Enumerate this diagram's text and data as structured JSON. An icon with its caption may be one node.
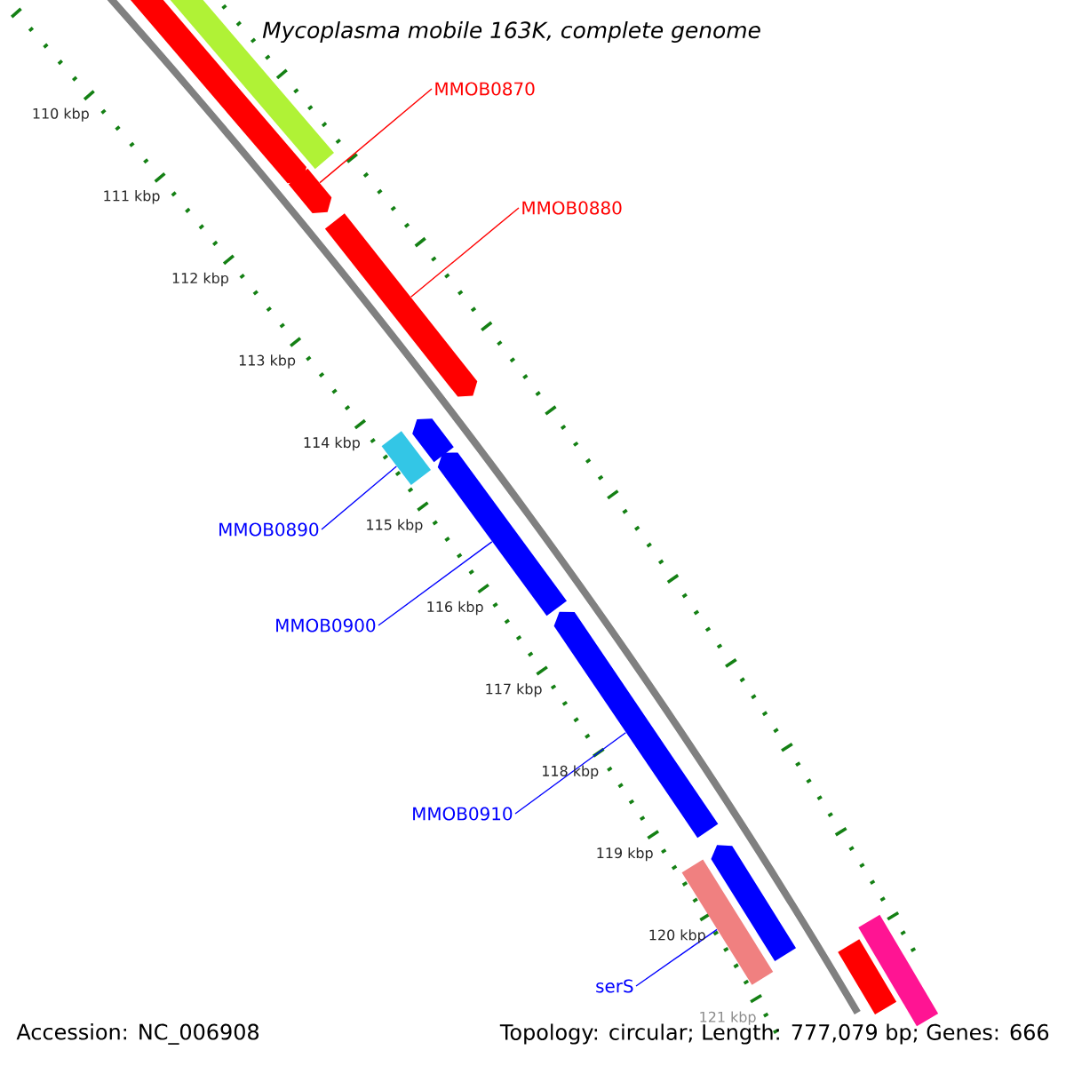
{
  "diagram": {
    "title": "Mycoplasma mobile 163K, complete genome",
    "nodes": [
      {
        "text": [],
        "shape": "bar"
      },
      {
        "text": [],
        "shape": "bar"
      },
      {
        "text": [],
        "shape": "bar"
      },
      {
        "text": [],
        "shape": "bar"
      },
      {
        "text": [],
        "shape": "bar"
      },
      {
        "text": [],
        "shape": "bar"
      },
      {
        "text": [],
        "shape": "bar"
      },
      {
        "text": [],
        "shape": "bar"
      },
      {
        "text": [],
        "shape": "bar"
      },
      {
        "text": [],
        "shape": "bar"
      },
      {
        "text": [],
        "shape": "bar"
      },
      {
        "text": [],
        "shape": "bar"
      },
      {
        "text": [
          "MMOB0870"
        ]
      },
      {
        "text": [
          "MMOB0880"
        ]
      },
      {
        "text": [
          "MMOB0890"
        ]
      },
      {
        "text": [
          "MMOB0900"
        ]
      },
      {
        "text": [
          "MMOB0910"
        ]
      },
      {
        "text": [
          "serS"
        ]
      }
    ],
    "edges": [
      {
        "from": 12,
        "to": 2,
        "arrow": "none",
        "color": "#ff0000"
      },
      {
        "from": 13,
        "to": 3,
        "arrow": "none",
        "color": "#ff0000"
      },
      {
        "from": 14,
        "to": 5,
        "arrow": "none"
      },
      {
        "from": 15,
        "to": 6,
        "arrow": "none"
      },
      {
        "from": 16,
        "to": 7,
        "arrow": "none"
      },
      {
        "from": 17,
        "to": 9,
        "arrow": "none"
      }
    ],
    "labels": [
      "110 kbp",
      "111 kbp",
      "112 kbp",
      "113 kbp",
      "114 kbp",
      "115 kbp",
      "116 kbp",
      "117 kbp",
      "118 kbp",
      "119 kbp",
      "120 kbp",
      "121 kbp",
      "Accession: NC_006908",
      "Topology: circular; Length: 777,079 bp; Genes: 666"
    ]
  }
}
